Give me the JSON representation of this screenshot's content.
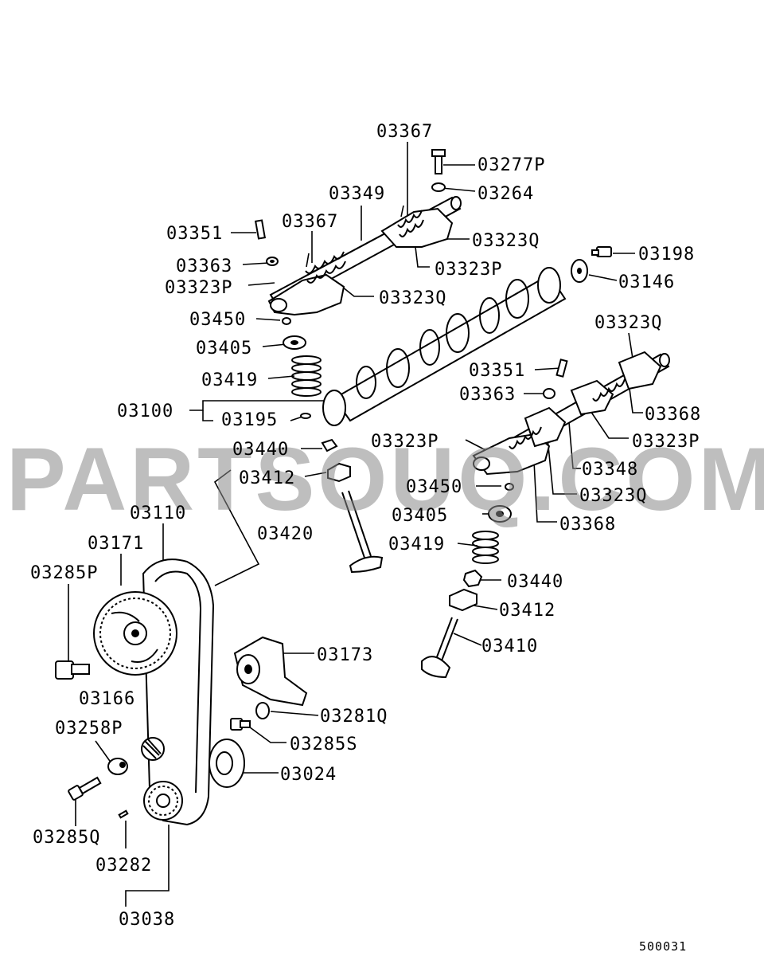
{
  "watermark": "PARTSOUQ.COM",
  "diagram_code": "500031",
  "labels": {
    "p03367a": "03367",
    "p03277P": "03277P",
    "p03349": "03349",
    "p03264": "03264",
    "p03351a": "03351",
    "p03367b": "03367",
    "p03323Qa": "03323Q",
    "p03363a": "03363",
    "p03323Pa": "03323P",
    "p03198": "03198",
    "p03323Pb": "03323P",
    "p03323Qb": "03323Q",
    "p03146": "03146",
    "p03450a": "03450",
    "p03323Qc": "03323Q",
    "p03405a": "03405",
    "p03351b": "03351",
    "p03419a": "03419",
    "p03363b": "03363",
    "p03368a": "03368",
    "p03100": "03100",
    "p03195": "03195",
    "p03323Pc": "03323P",
    "p03323Pd": "03323P",
    "p03440a": "03440",
    "p03348": "03348",
    "p03412a": "03412",
    "p03450b": "03450",
    "p03323Qd": "03323Q",
    "p03110": "03110",
    "p03405b": "03405",
    "p03368b": "03368",
    "p03420": "03420",
    "p03171": "03171",
    "p03419b": "03419",
    "p03285P": "03285P",
    "p03440b": "03440",
    "p03412b": "03412",
    "p03410": "03410",
    "p03173": "03173",
    "p03166": "03166",
    "p03281Q": "03281Q",
    "p03258P": "03258P",
    "p03285S": "03285S",
    "p03024": "03024",
    "p03285Q": "03285Q",
    "p03282": "03282",
    "p03038": "03038"
  }
}
